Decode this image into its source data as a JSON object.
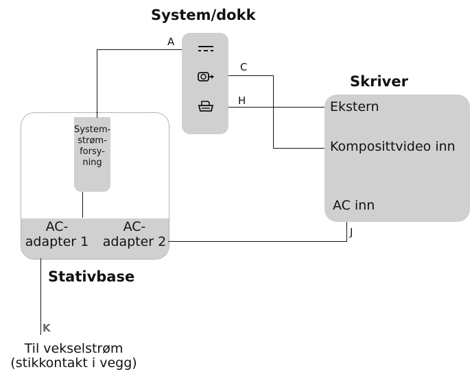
{
  "labels": {
    "system_dock": "System/dokk",
    "printer": "Skriver",
    "stand_base": "Stativbase",
    "system_psu": [
      "System-",
      "strøm-",
      "forsy-",
      "ning"
    ],
    "ac_adapter_1": [
      "AC-",
      "adapter 1"
    ],
    "ac_adapter_2": [
      "AC-",
      "adapter 2"
    ],
    "external": "Ekstern",
    "composite_in": "Komposittvideo inn",
    "ac_in": "AC inn",
    "to_ac": [
      "Til vekselstrøm",
      "(stikkontakt i vegg)"
    ]
  },
  "connectors": {
    "a": "A",
    "c": "C",
    "h": "H",
    "j": "J",
    "k": "K"
  },
  "icons": {
    "dc": "dc-power-icon",
    "video": "video-out-icon",
    "printer": "printer-icon"
  }
}
